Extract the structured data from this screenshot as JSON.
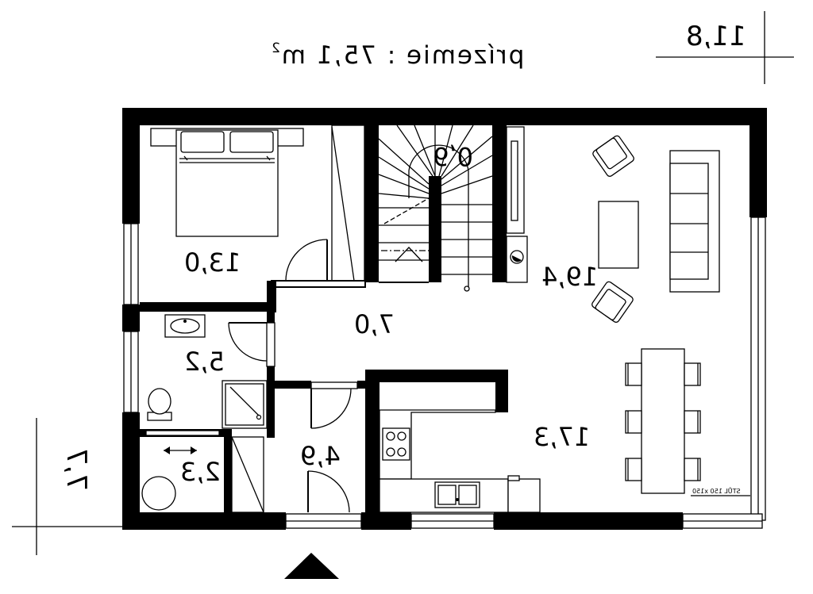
{
  "header": {
    "title": "prízemie : 75,1 m",
    "title_sup": "2",
    "width_dimension": "11,8",
    "depth_dimension": "7,7"
  },
  "rooms": [
    {
      "id": "bedroom",
      "label": "13,0"
    },
    {
      "id": "bathroom",
      "label": "5,2"
    },
    {
      "id": "laundry",
      "label": "2,3"
    },
    {
      "id": "storage",
      "label": "4,9"
    },
    {
      "id": "hall",
      "label": "7,0"
    },
    {
      "id": "staircase",
      "label": "6,0"
    },
    {
      "id": "living",
      "label": "19,4"
    },
    {
      "id": "kitchen",
      "label": "17,3"
    }
  ],
  "annotations": {
    "table_note": "STŮL 150 x150"
  },
  "icons": [
    "entrance-arrow-icon",
    "door-swing-icon",
    "stair-arrow-icon",
    "bed-icon",
    "sofa-icon",
    "armchair-icon",
    "washbasin-icon",
    "toilet-icon",
    "shower-icon",
    "washing-machine-icon",
    "cooktop-icon",
    "sink-icon",
    "fireplace-icon"
  ],
  "colors": {
    "ink": "#000000",
    "paper": "#ffffff"
  }
}
